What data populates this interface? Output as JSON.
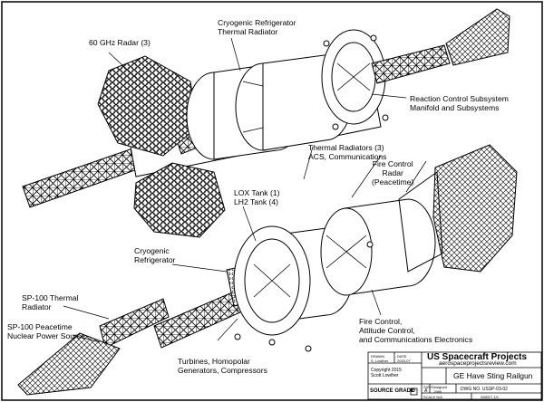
{
  "labels": {
    "radar60": "60 GHz Radar (3)",
    "cryoRadiator": "Cryogenic Refrigerator\nThermal Radiator",
    "rcs": "Reaction Control Subsystem\nManifold and Subsystems",
    "thermalRadiators": "Thermal Radiators (3)\nACS, Communications",
    "fireControlRadar": "Fire Control\nRadar\n(Peacetime)",
    "tanks": "LOX Tank (1)\nLH2 Tank (4)",
    "cryoRefrig": "Cryogenic\nRefrigerator",
    "sp100Radiator": "SP-100 Thermal\nRadiator",
    "sp100Power": "SP-100 Peacetime\nNuclear Power Source",
    "fireControlElectronics": "Fire Control,\nAttitude Control,\nand Communications Electronics",
    "turbines": "Turbines, Homopolar\nGenerators, Compressors"
  },
  "titleblock": {
    "drawnLabel": "DRAWN",
    "drawnBy": "S. Lowther",
    "dateLabel": "DATE",
    "date": "2015-07",
    "copyright": "Copyright 2015\nScott Lowther",
    "sourceGrade": "SOURCE GRADE",
    "sourceGradeValue": "D",
    "orgName": "US Spacecraft Projects",
    "orgUrl": "aerospaceprojectsreview.com",
    "title": "GE Have Sting Railgun",
    "sizeLabel": "SIZE",
    "sizeValue": "A",
    "designedLabel": "Designed",
    "designedYear": "1986",
    "dwgNo": "DWG NO. USSP-03-02",
    "scaleLabel": "SCALE N/A",
    "sheetLabel": "SHEET 1/1"
  }
}
